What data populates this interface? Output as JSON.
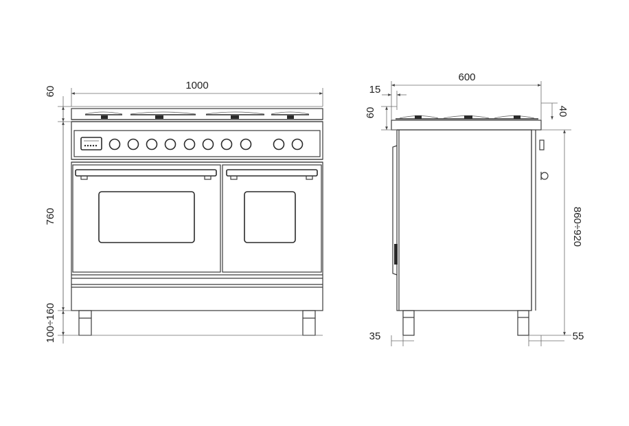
{
  "front_view": {
    "width_label": "1000",
    "top_height_label": "60",
    "body_height_label": "760",
    "feet_height_label": "100÷160"
  },
  "side_view": {
    "depth_label": "600",
    "top_offset_label": "15",
    "top_height_label": "60",
    "rear_offset_label": "40",
    "total_height_label": "860÷920",
    "front_foot_label": "35",
    "rear_foot_label": "55"
  }
}
